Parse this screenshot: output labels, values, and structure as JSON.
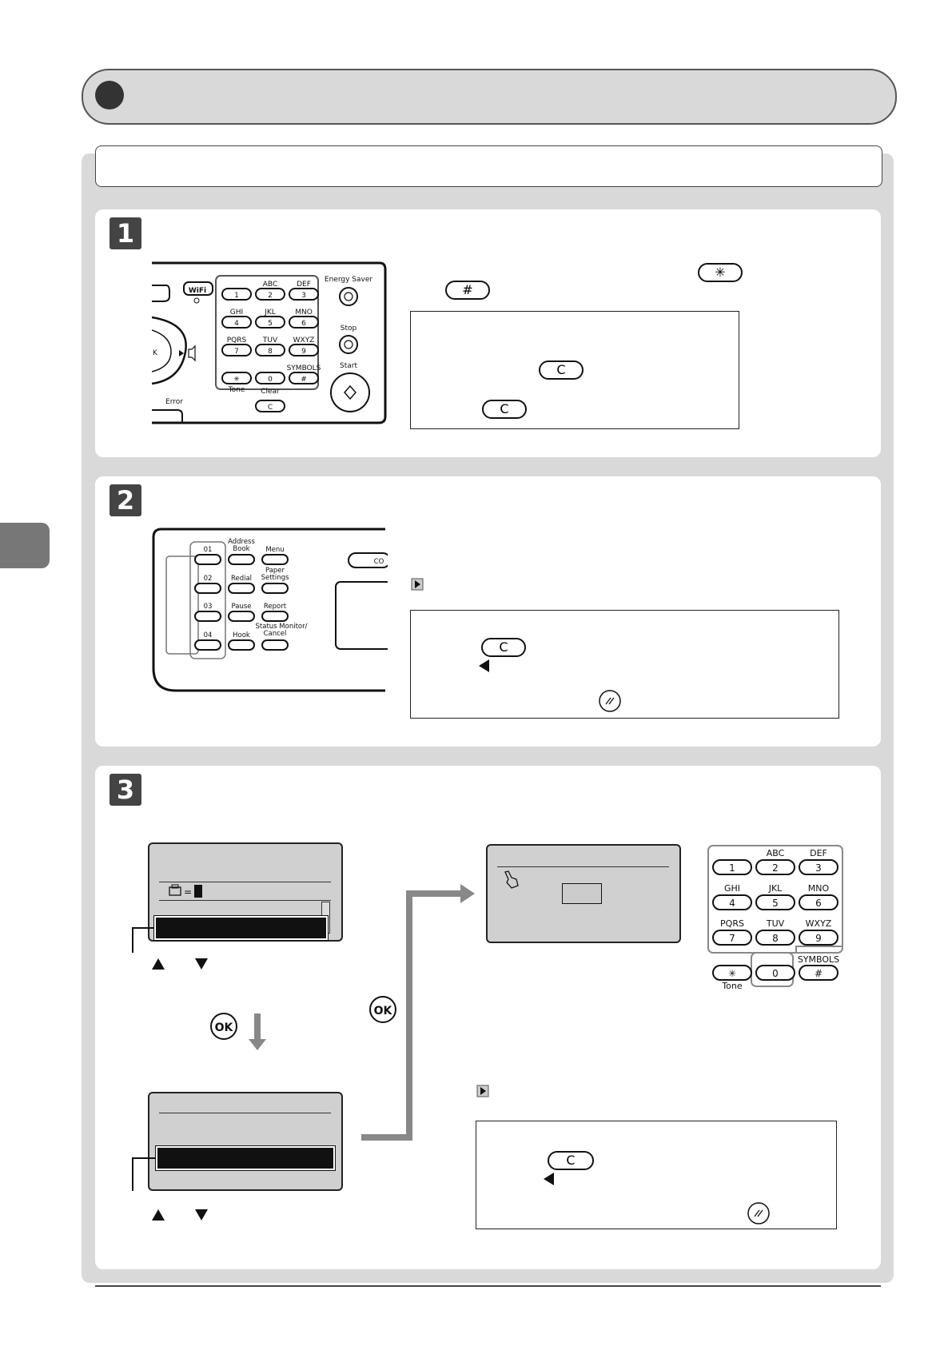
{
  "keypad": {
    "letters": {
      "k2": "ABC",
      "k3": "DEF",
      "k4": "GHI",
      "k5": "JKL",
      "k6": "MNO",
      "k7": "PQRS",
      "k8": "TUV",
      "k9": "WXYZ",
      "hash": "SYMBOLS",
      "star": "Tone"
    },
    "digits": [
      "1",
      "2",
      "3",
      "4",
      "5",
      "6",
      "7",
      "8",
      "9",
      "0"
    ],
    "star_symbol": "✳",
    "hash_symbol": "#",
    "clear_label": "Clear",
    "clear_symbol": "C"
  },
  "panel1": {
    "wifi": "Wi Fi",
    "energy_saver": "Energy Saver",
    "stop": "Stop",
    "start": "Start",
    "error": "Error",
    "ok_partial": "K"
  },
  "panel2": {
    "one_touch": [
      "01",
      "02",
      "03",
      "04"
    ],
    "address_book": "Address Book",
    "menu": "Menu",
    "redial": "Redial",
    "paper_settings": "Paper Settings",
    "pause": "Pause",
    "report": "Report",
    "hook": "Hook",
    "status_monitor": "Status Monitor/ Cancel",
    "co_partial": "CO"
  },
  "step_numbers": [
    "1",
    "2",
    "3"
  ],
  "keys": {
    "star": "✳",
    "hash": "#",
    "clear": "C",
    "ok": "OK"
  },
  "lcd1": {
    "fax_prefix": "=",
    "cursor": "■"
  }
}
